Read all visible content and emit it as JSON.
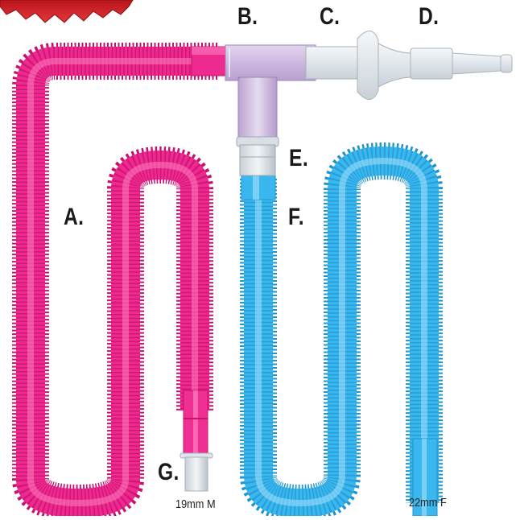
{
  "labels": {
    "a": "A.",
    "b": "B.",
    "c": "C.",
    "d": "D.",
    "e": "E.",
    "f": "F.",
    "g": "G."
  },
  "sizes": {
    "left_end": "19mm M",
    "right_end": "22mm F"
  },
  "colors": {
    "pink_tube": "#ee1f8c",
    "blue_tube": "#38b6ec",
    "tee_connector": "#cbb6dc",
    "filter": "#e9edf1",
    "badge": "#d7262d"
  }
}
